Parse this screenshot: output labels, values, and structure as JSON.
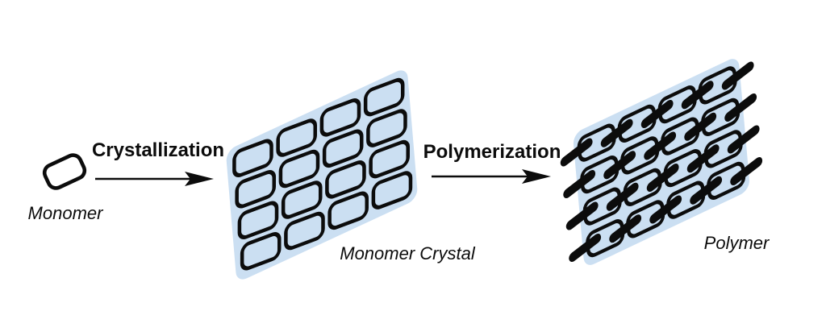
{
  "figure": {
    "type": "process-diagram",
    "background": "#ffffff",
    "ink": "#0c0c0c",
    "panel_fill": "#cbdff2"
  },
  "steps": {
    "monomer": {
      "label": "Monomer"
    },
    "crystallization": {
      "label": "Crystallization"
    },
    "monomer_crystal": {
      "label": "Monomer Crystal",
      "rows": 4,
      "cols": 4
    },
    "polymerization": {
      "label": "Polymerization"
    },
    "polymer": {
      "label": "Polymer",
      "chains": 4,
      "units_per_chain": 4,
      "links_per_chain": 5
    }
  }
}
